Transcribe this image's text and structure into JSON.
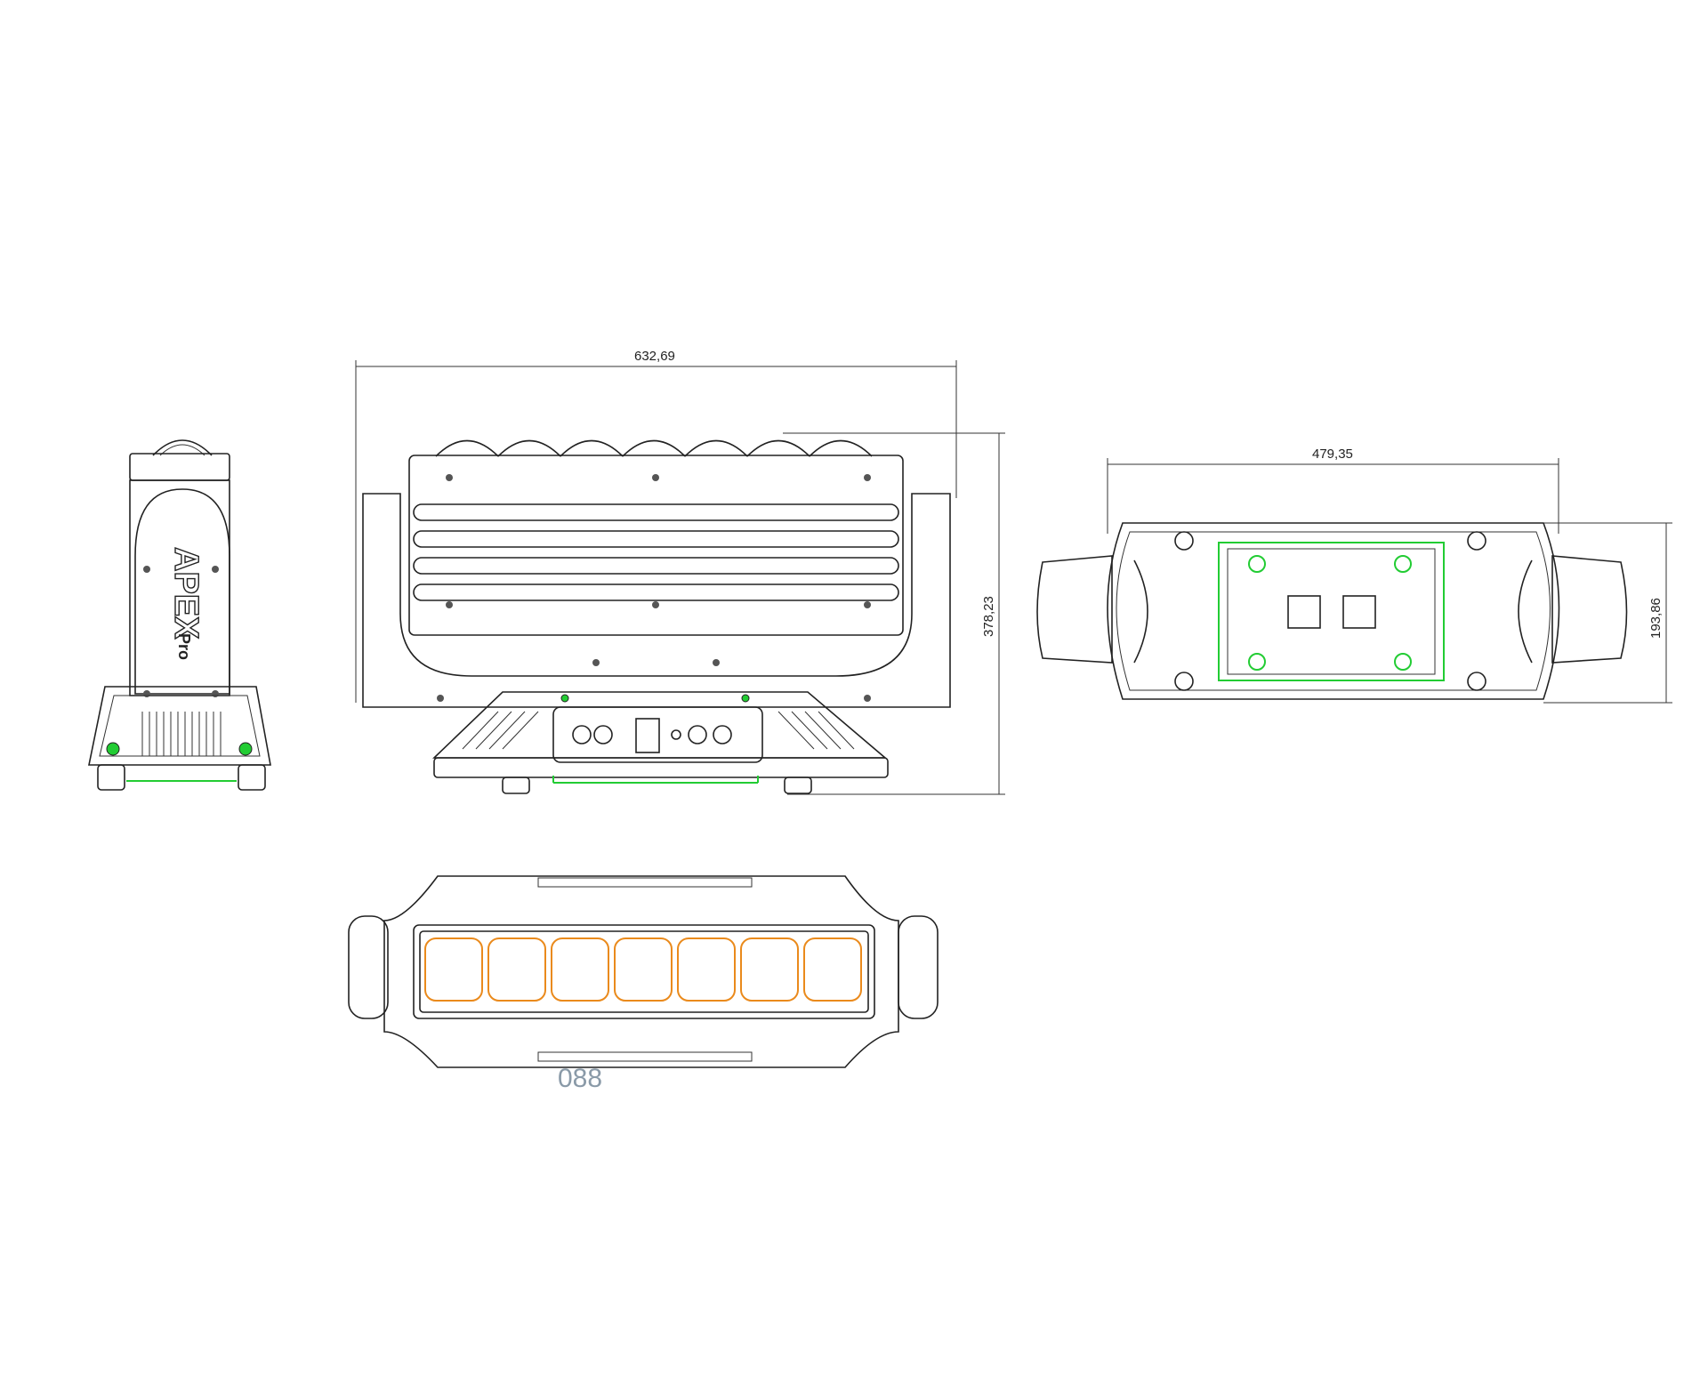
{
  "dimensions": {
    "front_width": "632,69",
    "front_height": "378,23",
    "rear_width": "479,35",
    "rear_height": "193,86"
  },
  "side_view": {
    "brand_logo": "APEX",
    "brand_sub": "Pro"
  },
  "top_view": {
    "footer_label": "088"
  },
  "colors": {
    "line": "#222222",
    "accent_green": "#22cc33",
    "lens_orange": "#ea8a1c",
    "footer_label": "#8a9aa8"
  }
}
